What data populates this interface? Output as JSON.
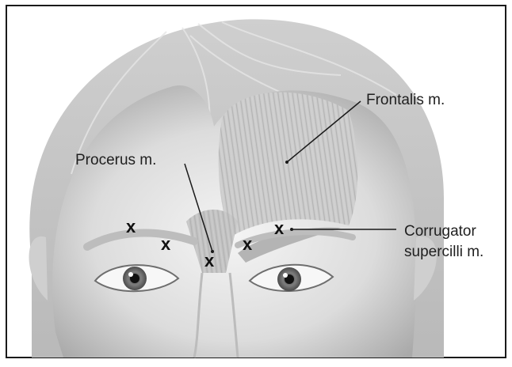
{
  "labels": {
    "frontalis": "Frontalis m.",
    "procerus": "Procerus m.",
    "corrugator_line1": "Corrugator",
    "corrugator_line2": "supercilli m."
  },
  "injection_marker": "x",
  "colors": {
    "background": "#ffffff",
    "border": "#1a1a1a",
    "skin_light": "#ececec",
    "skin_mid": "#c9c9c9",
    "muscle": "#b5b5b5",
    "text": "#1f1f1f"
  }
}
